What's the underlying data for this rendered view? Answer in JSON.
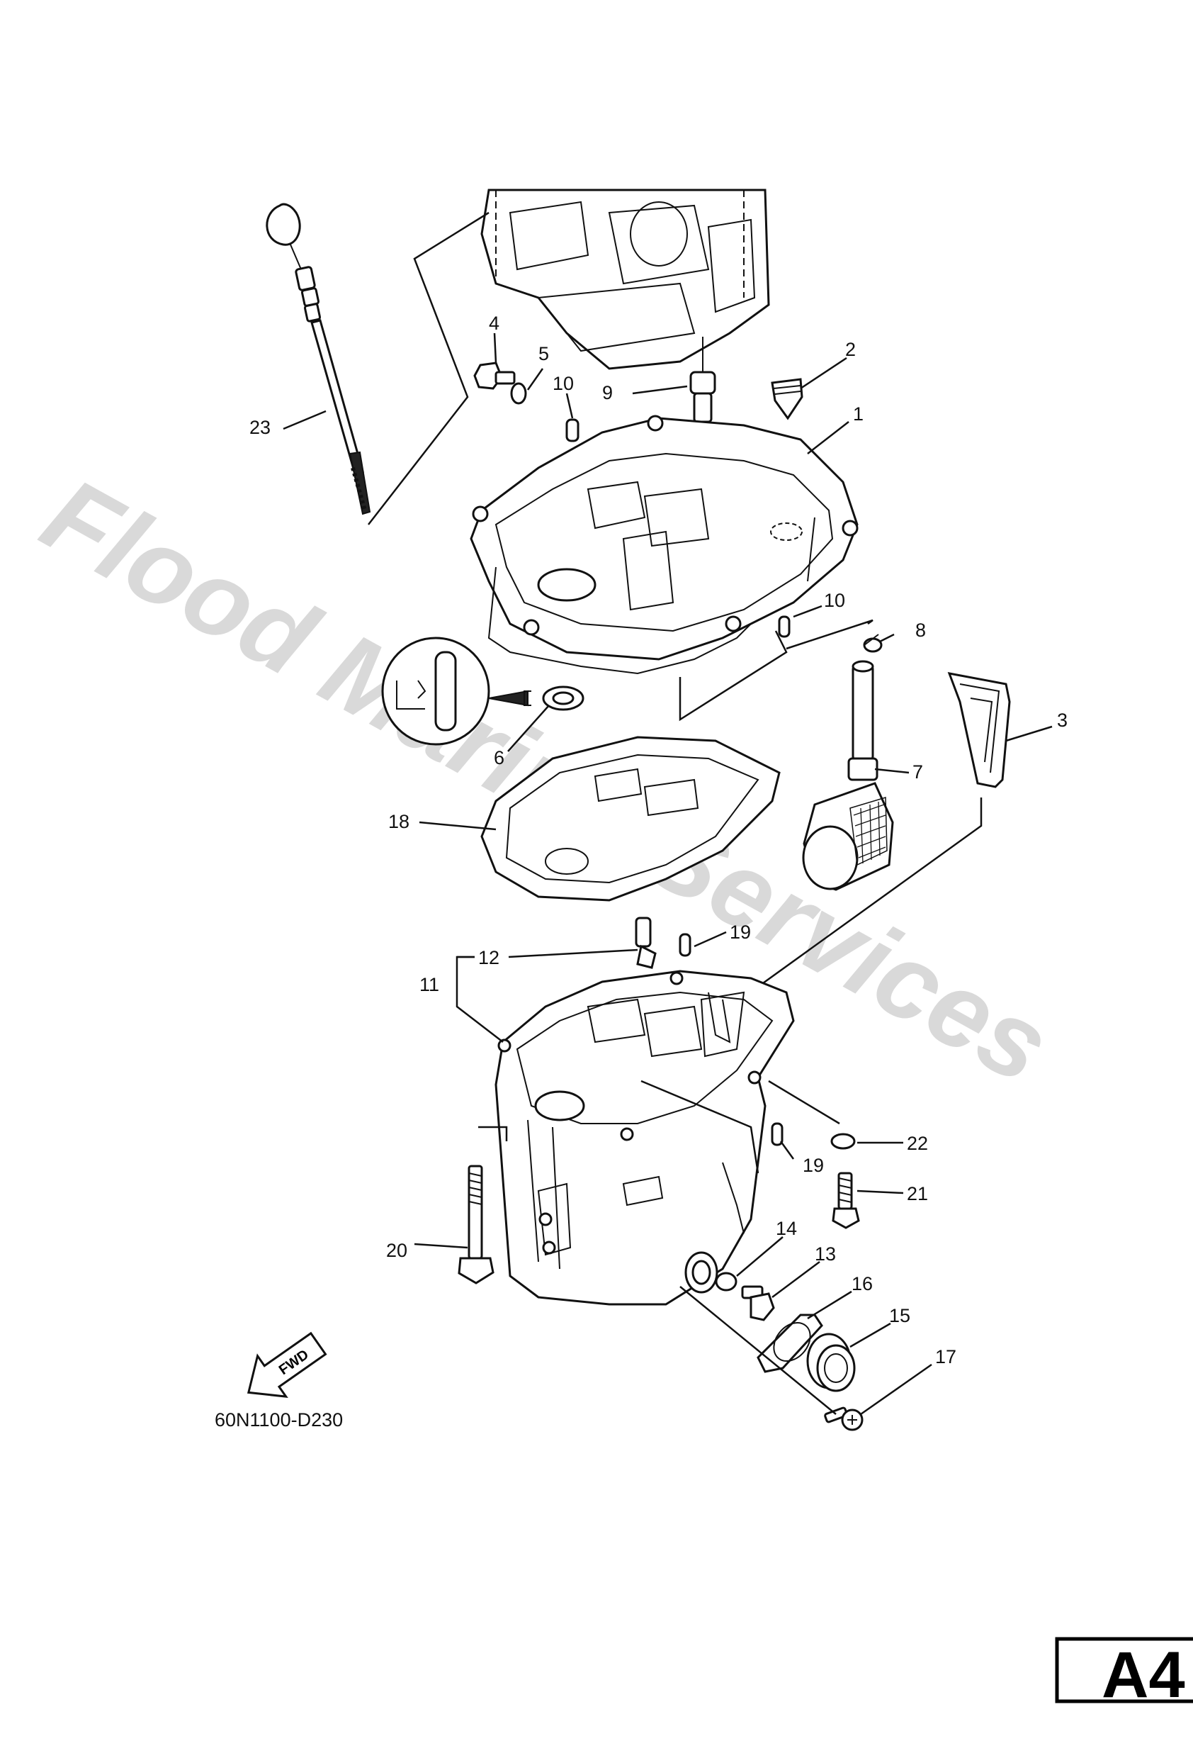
{
  "watermark": "Flood Marine Services",
  "diagram_code": "60N1100-D230",
  "page_label": "A4",
  "fwd_label": "FWD",
  "callouts": [
    {
      "id": "c1",
      "label": "1"
    },
    {
      "id": "c2",
      "label": "2"
    },
    {
      "id": "c3",
      "label": "3"
    },
    {
      "id": "c4",
      "label": "4"
    },
    {
      "id": "c5",
      "label": "5"
    },
    {
      "id": "c6",
      "label": "6"
    },
    {
      "id": "c7",
      "label": "7"
    },
    {
      "id": "c8",
      "label": "8"
    },
    {
      "id": "c9",
      "label": "9"
    },
    {
      "id": "c10a",
      "label": "10"
    },
    {
      "id": "c10b",
      "label": "10"
    },
    {
      "id": "c11",
      "label": "11"
    },
    {
      "id": "c12",
      "label": "12"
    },
    {
      "id": "c13",
      "label": "13"
    },
    {
      "id": "c14",
      "label": "14"
    },
    {
      "id": "c15",
      "label": "15"
    },
    {
      "id": "c16",
      "label": "16"
    },
    {
      "id": "c17",
      "label": "17"
    },
    {
      "id": "c18",
      "label": "18"
    },
    {
      "id": "c19a",
      "label": "19"
    },
    {
      "id": "c19b",
      "label": "19"
    },
    {
      "id": "c20",
      "label": "20"
    },
    {
      "id": "c21",
      "label": "21"
    },
    {
      "id": "c22",
      "label": "22"
    },
    {
      "id": "c23",
      "label": "23"
    }
  ]
}
